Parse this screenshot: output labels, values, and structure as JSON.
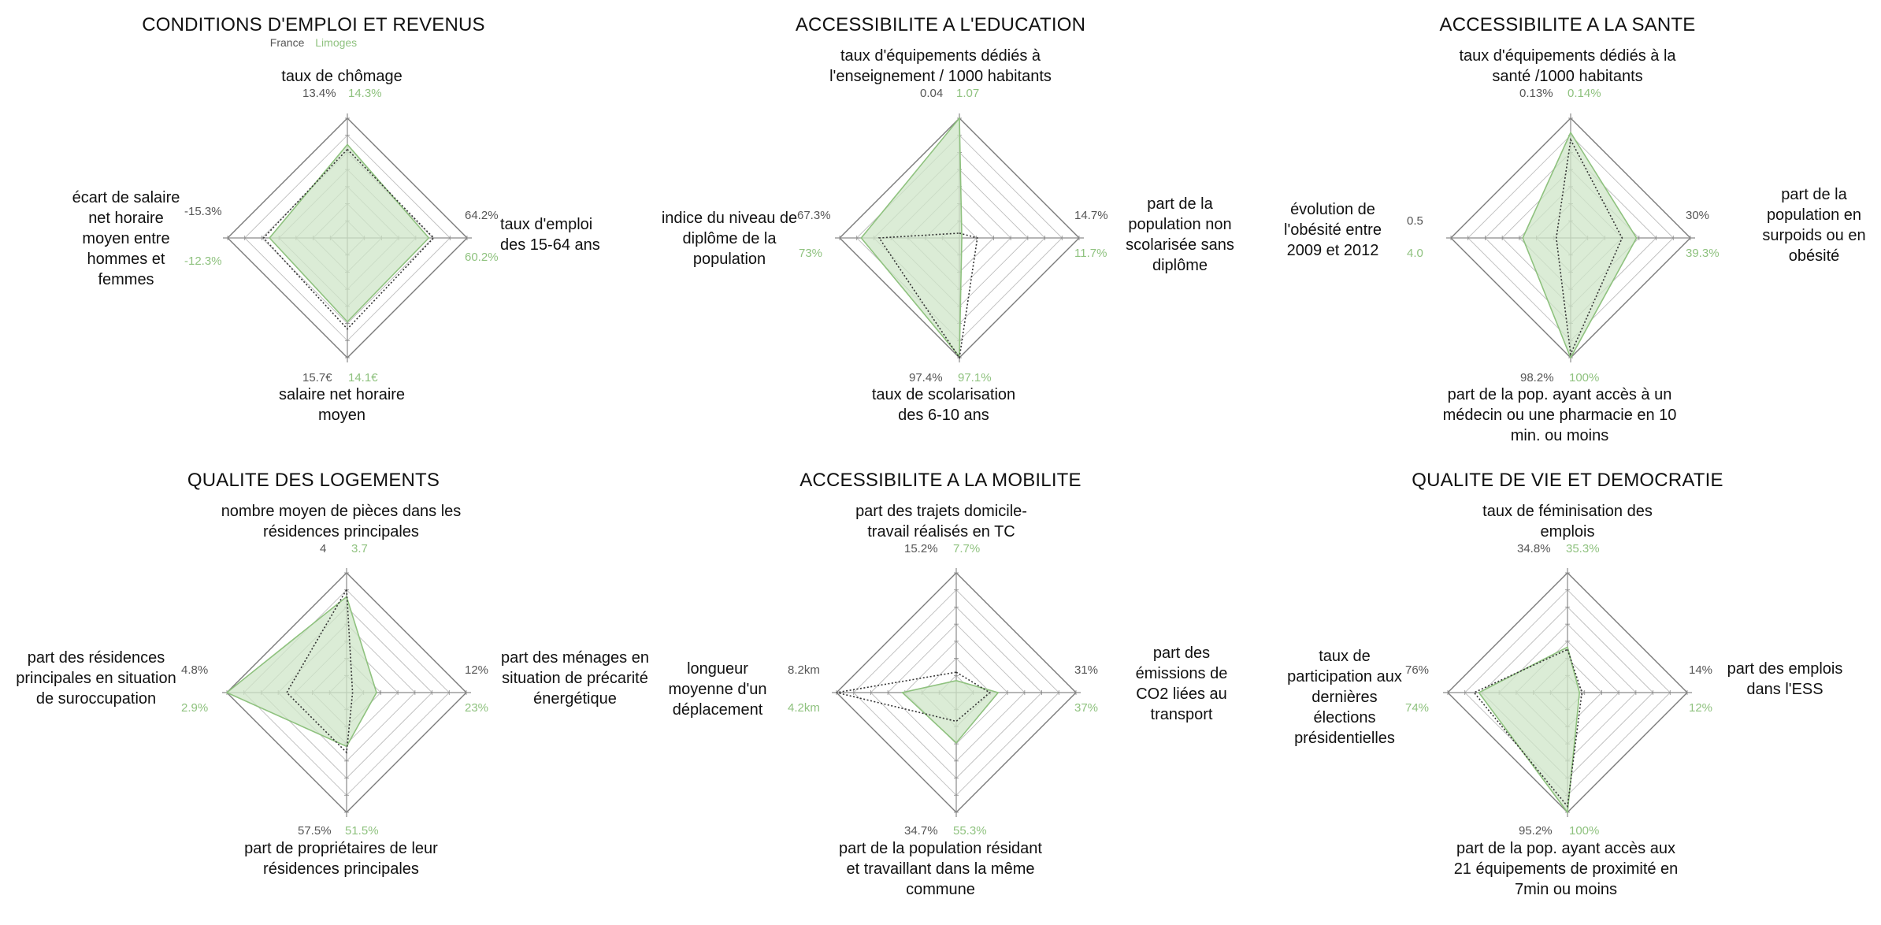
{
  "colors": {
    "france": "#555555",
    "limoges": "#8fc27f",
    "limoges_fill": "#cfe5c8",
    "grid": "#9a9a9a"
  },
  "legend": {
    "france": "France",
    "limoges": "Limoges"
  },
  "chart_data": [
    {
      "type": "radar",
      "title": "CONDITIONS D'EMPLOI ET REVENUS",
      "axes": [
        {
          "label": "taux de chômage",
          "france": "13.4%",
          "limoges": "14.3%"
        },
        {
          "label": "taux d'emploi des 15-64 ans",
          "france": "64.2%",
          "limoges": "60.2%"
        },
        {
          "label": "salaire net horaire moyen",
          "france": "15.7€",
          "limoges": "14.1€"
        },
        {
          "label": "écart de salaire net horaire moyen entre hommes et femmes",
          "france": "-15.3%",
          "limoges": "-12.3%"
        }
      ],
      "series": [
        {
          "name": "France",
          "values": [
            0.74,
            0.72,
            0.76,
            0.7
          ]
        },
        {
          "name": "Limoges",
          "values": [
            0.78,
            0.68,
            0.7,
            0.65
          ]
        }
      ],
      "grid": true
    },
    {
      "type": "radar",
      "title": "ACCESSIBILITE A L'EDUCATION",
      "axes": [
        {
          "label": "taux d'équipements dédiés à l'enseignement / 1000 habitants",
          "france": "0.04",
          "limoges": "1.07"
        },
        {
          "label": "part de la population non scolarisée sans diplôme",
          "france": "14.7%",
          "limoges": "11.7%"
        },
        {
          "label": "taux de scolarisation des 6-10 ans",
          "france": "97.4%",
          "limoges": "97.1%"
        },
        {
          "label": "indice du niveau de diplôme de la population",
          "france": "67.3%",
          "limoges": "73%"
        }
      ],
      "series": [
        {
          "name": "France",
          "values": [
            0.04,
            0.15,
            1.0,
            0.67
          ]
        },
        {
          "name": "Limoges",
          "values": [
            1.0,
            0.02,
            0.99,
            0.82
          ]
        }
      ],
      "grid": true
    },
    {
      "type": "radar",
      "title": "ACCESSIBILITE A LA SANTE",
      "axes": [
        {
          "label": "taux d'équipements dédiés à la santé /1000 habitants",
          "france": "0.13%",
          "limoges": "0.14%"
        },
        {
          "label": "part de la population en surpoids ou en obésité",
          "france": "30%",
          "limoges": "39.3%"
        },
        {
          "label": "part de la pop. ayant accès à un médecin ou une pharmacie en 10 min. ou moins",
          "france": "98.2%",
          "limoges": "100%"
        },
        {
          "label": "évolution de l'obésité entre 2009 et 2012",
          "france": "0.5",
          "limoges": "4.0"
        }
      ],
      "series": [
        {
          "name": "France",
          "values": [
            0.82,
            0.43,
            0.97,
            0.12
          ]
        },
        {
          "name": "Limoges",
          "values": [
            0.88,
            0.55,
            1.0,
            0.4
          ]
        }
      ],
      "grid": true
    },
    {
      "type": "radar",
      "title": "QUALITE DES LOGEMENTS",
      "axes": [
        {
          "label": "nombre moyen de pièces dans les résidences principales",
          "france": "4",
          "limoges": "3.7"
        },
        {
          "label": "part des ménages en situation de précarité énergétique",
          "france": "12%",
          "limoges": "23%"
        },
        {
          "label": "part de propriétaires de leur résidences principales",
          "france": "57.5%",
          "limoges": "51.5%"
        },
        {
          "label": "part des résidences principales en situation de suroccupation",
          "france": "4.8%",
          "limoges": "2.9%"
        }
      ],
      "series": [
        {
          "name": "France",
          "values": [
            0.86,
            0.05,
            0.5,
            0.5
          ]
        },
        {
          "name": "Limoges",
          "values": [
            0.8,
            0.25,
            0.45,
            1.0
          ]
        }
      ],
      "grid": true
    },
    {
      "type": "radar",
      "title": "ACCESSIBILITE A LA MOBILITE",
      "axes": [
        {
          "label": "part des trajets domicile-travail réalisés en TC",
          "france": "15.2%",
          "limoges": "7.7%"
        },
        {
          "label": "part des émissions de CO2 liées au transport",
          "france": "31%",
          "limoges": "37%"
        },
        {
          "label": "part de la population résidant et travaillant dans la même commune",
          "france": "34.7%",
          "limoges": "55.3%"
        },
        {
          "label": "longueur moyenne d'un déplacement",
          "france": "8.2km",
          "limoges": "4.2km"
        }
      ],
      "series": [
        {
          "name": "France",
          "values": [
            0.17,
            0.28,
            0.24,
            1.0
          ]
        },
        {
          "name": "Limoges",
          "values": [
            0.1,
            0.35,
            0.42,
            0.45
          ]
        }
      ],
      "grid": true
    },
    {
      "type": "radar",
      "title": "QUALITE DE VIE ET DEMOCRATIE",
      "axes": [
        {
          "label": "taux de féminisation des emplois",
          "france": "34.8%",
          "limoges": "35.3%"
        },
        {
          "label": "part des emplois dans l'ESS",
          "france": "14%",
          "limoges": "12%"
        },
        {
          "label": "part de la pop. ayant accès aux 21 équipements de proximité en 7min ou moins",
          "france": "95.2%",
          "limoges": "100%"
        },
        {
          "label": "taux de participation aux dernières élections présidentielles",
          "france": "76%",
          "limoges": "74%"
        }
      ],
      "series": [
        {
          "name": "France",
          "values": [
            0.36,
            0.12,
            0.95,
            0.78
          ]
        },
        {
          "name": "Limoges",
          "values": [
            0.38,
            0.1,
            1.0,
            0.74
          ]
        }
      ],
      "grid": true
    }
  ]
}
